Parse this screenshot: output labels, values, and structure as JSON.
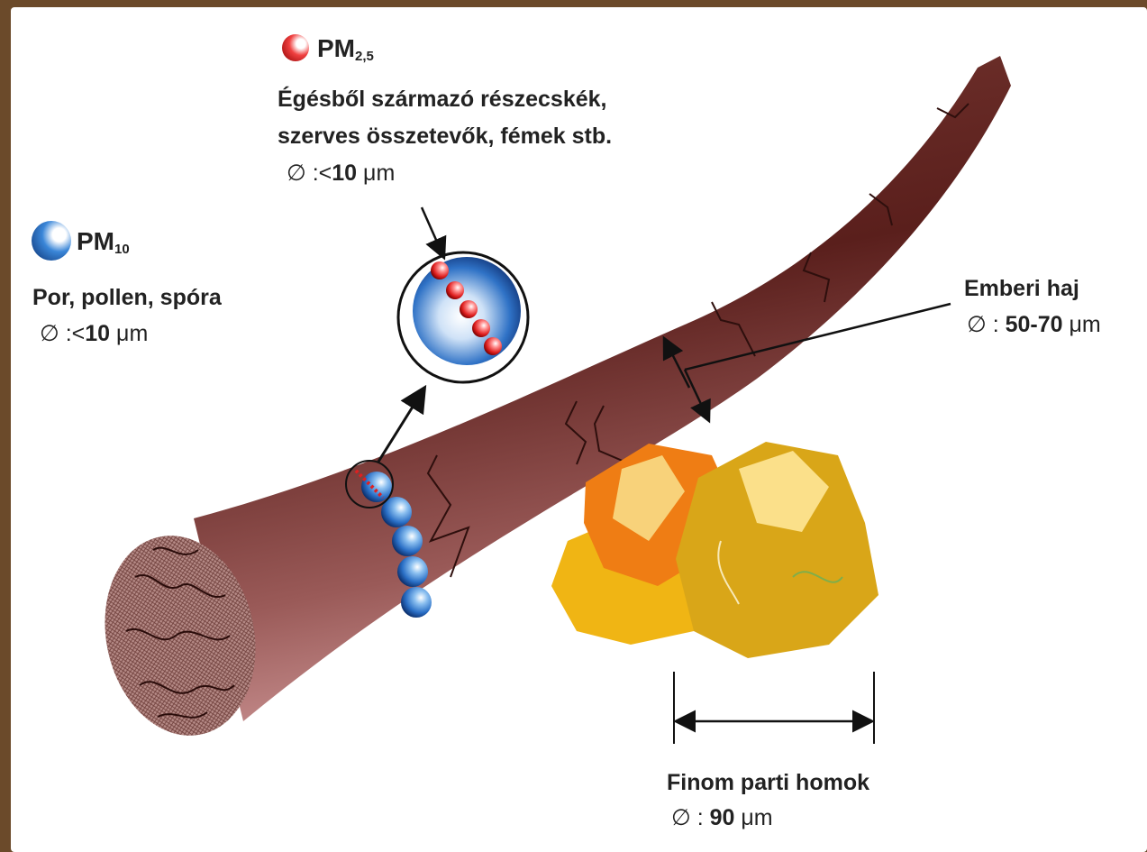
{
  "pm25": {
    "title_main": "PM",
    "title_sub": "2,5",
    "line1": "Égésből származó részecskék,",
    "line2": "szerves összetevők, fémek stb.",
    "diam_symbol": "∅",
    "diam_prefix": " :<",
    "diam_value": "10",
    "diam_unit": " μm",
    "icon": "red-particle-icon",
    "color": "#e02020"
  },
  "pm10": {
    "title_main": "PM",
    "title_sub": "10",
    "line1": "Por, pollen, spóra",
    "diam_symbol": "∅",
    "diam_prefix": " :<",
    "diam_value": "10",
    "diam_unit": " μm",
    "icon": "blue-particle-icon",
    "color": "#1f5fb8"
  },
  "hair": {
    "label": "Emberi haj",
    "diam_symbol": "∅",
    "diam_prefix": " : ",
    "diam_value": "50-70",
    "diam_unit": " μm",
    "color": "#6a2a26"
  },
  "sand": {
    "label": "Finom parti homok",
    "diam_symbol": "∅",
    "diam_prefix": " : ",
    "diam_value": "90",
    "diam_unit": " μm",
    "color": "#e0a21a"
  }
}
